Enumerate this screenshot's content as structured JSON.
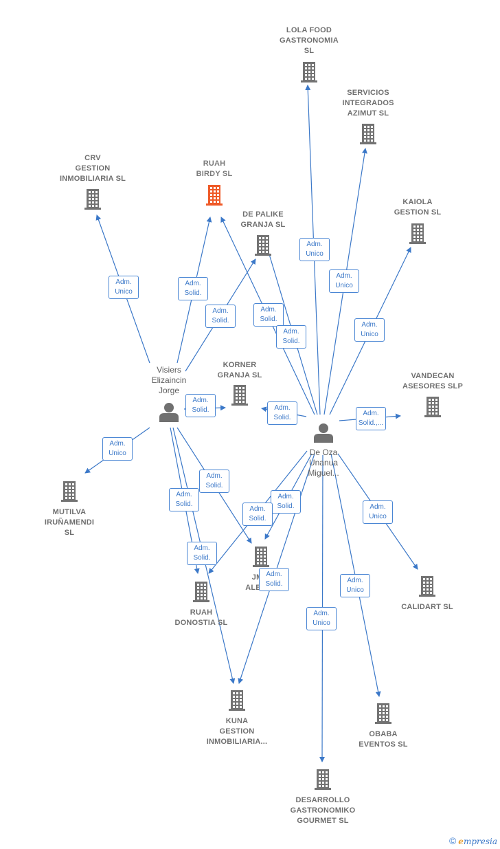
{
  "colors": {
    "edge": "#3b78c8",
    "building": "#737373",
    "focus": "#ef5a28",
    "person": "#707070"
  },
  "companies": [
    {
      "id": "lola",
      "name": [
        "LOLA FOOD",
        "GASTRONOMIA",
        "SL"
      ]
    },
    {
      "id": "servicios",
      "name": [
        "SERVICIOS",
        "INTEGRADOS",
        "AZIMUT SL"
      ]
    },
    {
      "id": "crv",
      "name": [
        "CRV",
        "GESTION",
        "INMOBILIARIA SL"
      ]
    },
    {
      "id": "ruah_birdy",
      "name": [
        "RUAH",
        "BIRDY SL"
      ],
      "focus": true
    },
    {
      "id": "de_palike",
      "name": [
        "DE PALIKE",
        "GRANJA SL"
      ]
    },
    {
      "id": "kaiola",
      "name": [
        "KAIOLA",
        "GESTION SL"
      ]
    },
    {
      "id": "korner",
      "name": [
        "KORNER",
        "GRANJA SL"
      ]
    },
    {
      "id": "vandecan",
      "name": [
        "VANDECAN",
        "ASESORES SLP"
      ]
    },
    {
      "id": "mutilva",
      "name": [
        "MUTILVA",
        "IRUÑAMENDI",
        "SL"
      ]
    },
    {
      "id": "jm",
      "name": [
        "JM V",
        "ALBATR"
      ]
    },
    {
      "id": "ruah_donostia",
      "name": [
        "RUAH",
        "DONOSTIA SL"
      ]
    },
    {
      "id": "calidart",
      "name": [
        "CALIDART SL"
      ]
    },
    {
      "id": "kuna",
      "name": [
        "KUNA",
        "GESTION",
        "INMOBILIARIA..."
      ]
    },
    {
      "id": "obaba",
      "name": [
        "OBABA",
        "EVENTOS SL"
      ]
    },
    {
      "id": "desarrollo",
      "name": [
        "DESARROLLO",
        "GASTRONOMIKO",
        "GOURMET SL"
      ]
    }
  ],
  "persons": [
    {
      "id": "visiers",
      "name": [
        "Visiers",
        "Elizaincin",
        "Jorge"
      ]
    },
    {
      "id": "deoza",
      "name": [
        "De Oza",
        "Unanua",
        "Miguel..."
      ]
    }
  ],
  "edges": [
    {
      "from": "visiers",
      "to": "crv",
      "label": [
        "Adm.",
        "Unico"
      ]
    },
    {
      "from": "visiers",
      "to": "ruah_birdy",
      "label": [
        "Adm.",
        "Solid."
      ]
    },
    {
      "from": "visiers",
      "to": "de_palike",
      "label": [
        "Adm.",
        "Solid."
      ]
    },
    {
      "from": "visiers",
      "to": "korner",
      "label": [
        "Adm.",
        "Solid."
      ]
    },
    {
      "from": "visiers",
      "to": "mutilva",
      "label": [
        "Adm.",
        "Unico"
      ]
    },
    {
      "from": "visiers",
      "to": "ruah_donostia",
      "label": [
        "Adm.",
        "Solid."
      ]
    },
    {
      "from": "visiers",
      "to": "jm",
      "label": [
        "Adm.",
        "Solid."
      ]
    },
    {
      "from": "visiers",
      "to": "kuna",
      "label": [
        "Adm.",
        "Solid."
      ]
    },
    {
      "from": "deoza",
      "to": "lola",
      "label": [
        "Adm.",
        "Unico"
      ]
    },
    {
      "from": "deoza",
      "to": "servicios",
      "label": [
        "Adm.",
        "Unico"
      ]
    },
    {
      "from": "deoza",
      "to": "ruah_birdy",
      "label": [
        "Adm.",
        "Solid."
      ]
    },
    {
      "from": "deoza",
      "to": "de_palike",
      "label": [
        "Adm.",
        "Solid."
      ]
    },
    {
      "from": "deoza",
      "to": "kaiola",
      "label": [
        "Adm.",
        "Unico"
      ]
    },
    {
      "from": "deoza",
      "to": "korner",
      "label": [
        "Adm.",
        "Solid."
      ]
    },
    {
      "from": "deoza",
      "to": "vandecan",
      "label": [
        "Adm.",
        "Solid.,..."
      ]
    },
    {
      "from": "deoza",
      "to": "jm",
      "label": [
        "Adm.",
        "Solid."
      ]
    },
    {
      "from": "deoza",
      "to": "ruah_donostia",
      "label": [
        "Adm.",
        "Solid."
      ]
    },
    {
      "from": "deoza",
      "to": "kuna",
      "label": [
        "Adm.",
        "Solid."
      ]
    },
    {
      "from": "deoza",
      "to": "calidart",
      "label": [
        "Adm.",
        "Unico"
      ]
    },
    {
      "from": "deoza",
      "to": "obaba",
      "label": [
        "Adm.",
        "Unico"
      ]
    },
    {
      "from": "deoza",
      "to": "desarrollo",
      "label": [
        "Adm.",
        "Unico"
      ]
    }
  ],
  "footer": {
    "copyright_symbol": "©",
    "brand_initial": "e",
    "brand_rest": "mpresia"
  }
}
